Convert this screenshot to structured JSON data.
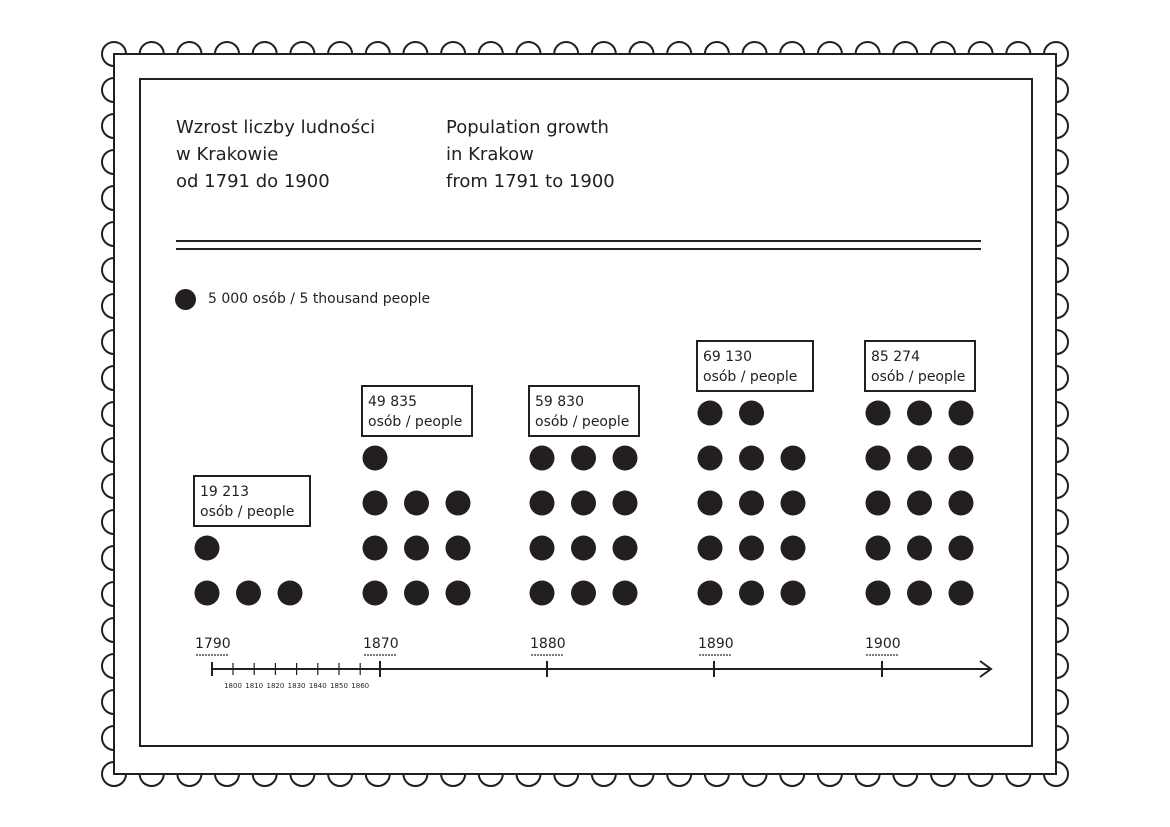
{
  "title_pl": [
    "Wzrost liczby ludności",
    "w Krakowie",
    "od 1791 do 1900"
  ],
  "title_en": [
    "Population growth",
    "in Krakow",
    "from 1791 to 1900"
  ],
  "legend": {
    "text": "5 000 osób / 5 thousand people",
    "dot_value": 5000,
    "dot_color": "#231f20"
  },
  "chart_data": {
    "type": "pictogram",
    "unit_label": "5 000 osób / 5 thousand people",
    "unit_value": 5000,
    "series": [
      {
        "year": "1790",
        "value_label": "19 213",
        "value": 19213,
        "unit_text": "osób / people",
        "dots": 4
      },
      {
        "year": "1870",
        "value_label": "49 835",
        "value": 49835,
        "unit_text": "osób / people",
        "dots": 10
      },
      {
        "year": "1880",
        "value_label": "59 830",
        "value": 59830,
        "unit_text": "osób / people",
        "dots": 12
      },
      {
        "year": "1890",
        "value_label": "69 130",
        "value": 69130,
        "unit_text": "osób / people",
        "dots": 14
      },
      {
        "year": "1900",
        "value_label": "85 274",
        "value": 85274,
        "unit_text": "osób / people",
        "dots": 15
      }
    ],
    "minor_ticks": [
      "1800",
      "1810",
      "1820",
      "1830",
      "1840",
      "1850",
      "1860"
    ],
    "colors": {
      "ink": "#231f20",
      "background": "#ffffff"
    }
  }
}
